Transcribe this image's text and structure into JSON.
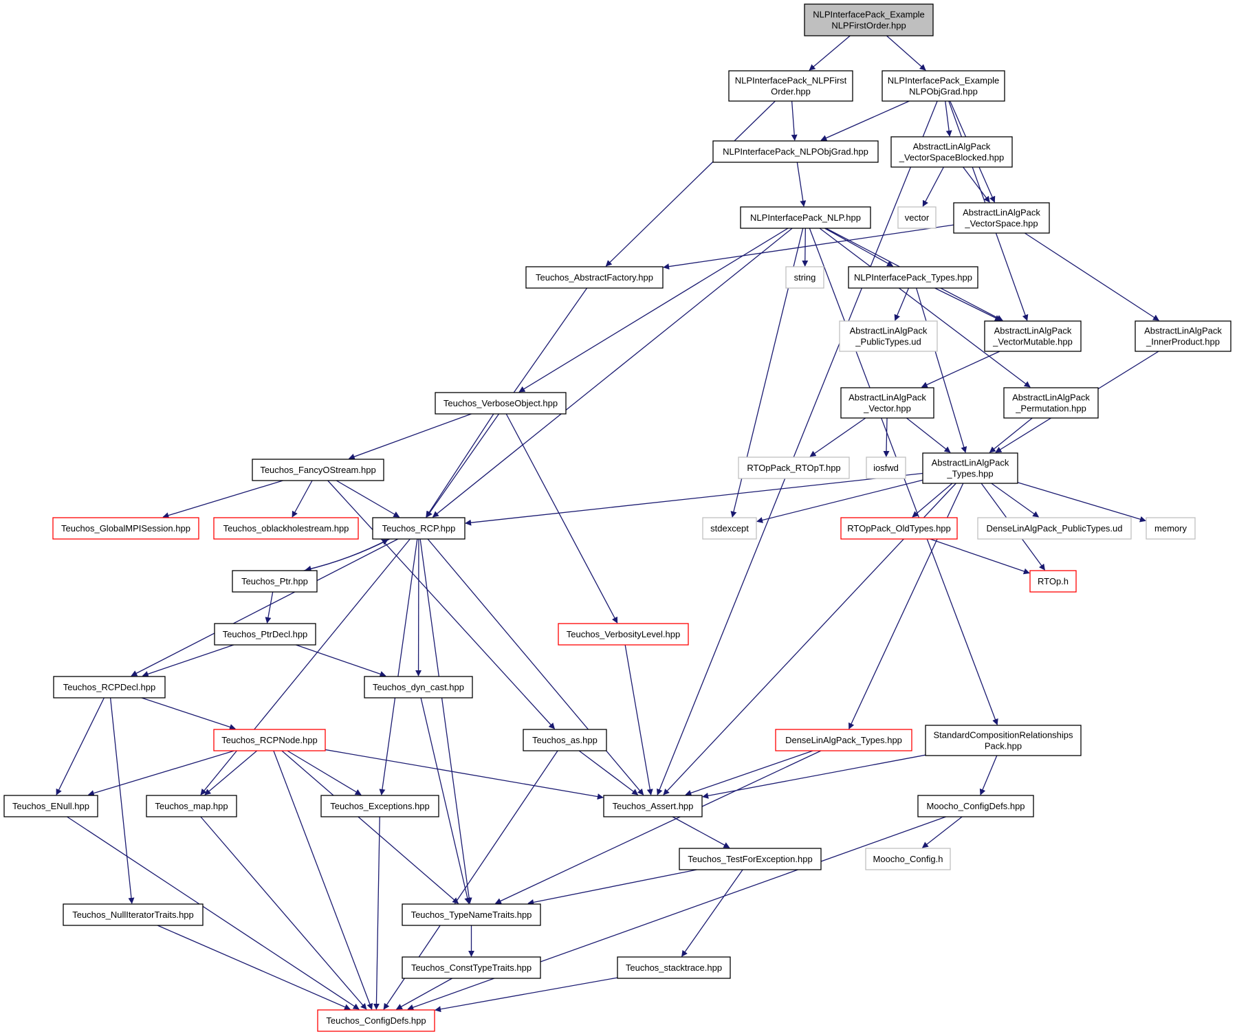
{
  "colors": {
    "edge": "#191970",
    "root_fill": "#bfbfbf",
    "normal_border": "#000000",
    "truncated_border": "#ff0000",
    "external_border": "#bfbfbf",
    "text": "#000000"
  },
  "nodes": [
    {
      "id": "root",
      "lines": [
        "NLPInterfacePack_Example",
        "NLPFirstOrder.hpp"
      ],
      "kind": "root"
    },
    {
      "id": "nlp_first_order",
      "lines": [
        "NLPInterfacePack_NLPFirst",
        "Order.hpp"
      ],
      "kind": "normal"
    },
    {
      "id": "example_nlp_obj_grad",
      "lines": [
        "NLPInterfacePack_Example",
        "NLPObjGrad.hpp"
      ],
      "kind": "normal"
    },
    {
      "id": "nlp_obj_grad",
      "lines": [
        "NLPInterfacePack_NLPObjGrad.hpp"
      ],
      "kind": "normal"
    },
    {
      "id": "vector_space_blocked",
      "lines": [
        "AbstractLinAlgPack",
        "_VectorSpaceBlocked.hpp"
      ],
      "kind": "normal"
    },
    {
      "id": "nlp",
      "lines": [
        "NLPInterfacePack_NLP.hpp"
      ],
      "kind": "normal"
    },
    {
      "id": "vector",
      "lines": [
        "vector"
      ],
      "kind": "external"
    },
    {
      "id": "vector_space",
      "lines": [
        "AbstractLinAlgPack",
        "_VectorSpace.hpp"
      ],
      "kind": "normal"
    },
    {
      "id": "abstract_factory",
      "lines": [
        "Teuchos_AbstractFactory.hpp"
      ],
      "kind": "normal"
    },
    {
      "id": "string",
      "lines": [
        "string"
      ],
      "kind": "external"
    },
    {
      "id": "nlp_types",
      "lines": [
        "NLPInterfacePack_Types.hpp"
      ],
      "kind": "normal"
    },
    {
      "id": "public_types_ud",
      "lines": [
        "AbstractLinAlgPack",
        "_PublicTypes.ud"
      ],
      "kind": "external"
    },
    {
      "id": "vector_mutable",
      "lines": [
        "AbstractLinAlgPack",
        "_VectorMutable.hpp"
      ],
      "kind": "normal"
    },
    {
      "id": "inner_product",
      "lines": [
        "AbstractLinAlgPack",
        "_InnerProduct.hpp"
      ],
      "kind": "normal"
    },
    {
      "id": "verbose_object",
      "lines": [
        "Teuchos_VerboseObject.hpp"
      ],
      "kind": "normal"
    },
    {
      "id": "alap_vector",
      "lines": [
        "AbstractLinAlgPack",
        "_Vector.hpp"
      ],
      "kind": "normal"
    },
    {
      "id": "permutation",
      "lines": [
        "AbstractLinAlgPack",
        "_Permutation.hpp"
      ],
      "kind": "normal"
    },
    {
      "id": "fancy_ostream",
      "lines": [
        "Teuchos_FancyOStream.hpp"
      ],
      "kind": "normal"
    },
    {
      "id": "rtop_t",
      "lines": [
        "RTOpPack_RTOpT.hpp"
      ],
      "kind": "external"
    },
    {
      "id": "iosfwd",
      "lines": [
        "iosfwd"
      ],
      "kind": "external"
    },
    {
      "id": "alap_types",
      "lines": [
        "AbstractLinAlgPack",
        "_Types.hpp"
      ],
      "kind": "normal"
    },
    {
      "id": "global_mpi_session",
      "lines": [
        "Teuchos_GlobalMPISession.hpp"
      ],
      "kind": "truncated"
    },
    {
      "id": "oblackholestream",
      "lines": [
        "Teuchos_oblackholestream.hpp"
      ],
      "kind": "truncated"
    },
    {
      "id": "rcp",
      "lines": [
        "Teuchos_RCP.hpp"
      ],
      "kind": "normal"
    },
    {
      "id": "stdexcept",
      "lines": [
        "stdexcept"
      ],
      "kind": "external"
    },
    {
      "id": "rtop_old_types",
      "lines": [
        "RTOpPack_OldTypes.hpp"
      ],
      "kind": "truncated"
    },
    {
      "id": "dense_public_types",
      "lines": [
        "DenseLinAlgPack_PublicTypes.ud"
      ],
      "kind": "external"
    },
    {
      "id": "memory",
      "lines": [
        "memory"
      ],
      "kind": "external"
    },
    {
      "id": "ptr",
      "lines": [
        "Teuchos_Ptr.hpp"
      ],
      "kind": "normal"
    },
    {
      "id": "rtop_h",
      "lines": [
        "RTOp.h"
      ],
      "kind": "truncated"
    },
    {
      "id": "ptr_decl",
      "lines": [
        "Teuchos_PtrDecl.hpp"
      ],
      "kind": "normal"
    },
    {
      "id": "verbosity_level",
      "lines": [
        "Teuchos_VerbosityLevel.hpp"
      ],
      "kind": "truncated"
    },
    {
      "id": "rcp_decl",
      "lines": [
        "Teuchos_RCPDecl.hpp"
      ],
      "kind": "normal"
    },
    {
      "id": "dyn_cast",
      "lines": [
        "Teuchos_dyn_cast.hpp"
      ],
      "kind": "normal"
    },
    {
      "id": "rcp_node",
      "lines": [
        "Teuchos_RCPNode.hpp"
      ],
      "kind": "truncated"
    },
    {
      "id": "teuchos_as",
      "lines": [
        "Teuchos_as.hpp"
      ],
      "kind": "normal"
    },
    {
      "id": "dense_types",
      "lines": [
        "DenseLinAlgPack_Types.hpp"
      ],
      "kind": "truncated"
    },
    {
      "id": "composition_rel",
      "lines": [
        "StandardCompositionRelationships",
        "Pack.hpp"
      ],
      "kind": "normal"
    },
    {
      "id": "enull",
      "lines": [
        "Teuchos_ENull.hpp"
      ],
      "kind": "normal"
    },
    {
      "id": "teuchos_map",
      "lines": [
        "Teuchos_map.hpp"
      ],
      "kind": "normal"
    },
    {
      "id": "exceptions",
      "lines": [
        "Teuchos_Exceptions.hpp"
      ],
      "kind": "normal"
    },
    {
      "id": "teuchos_assert",
      "lines": [
        "Teuchos_Assert.hpp"
      ],
      "kind": "normal"
    },
    {
      "id": "moocho_config_defs",
      "lines": [
        "Moocho_ConfigDefs.hpp"
      ],
      "kind": "normal"
    },
    {
      "id": "moocho_config_h",
      "lines": [
        "Moocho_Config.h"
      ],
      "kind": "external"
    },
    {
      "id": "test_for_exception",
      "lines": [
        "Teuchos_TestForException.hpp"
      ],
      "kind": "normal"
    },
    {
      "id": "null_iterator_traits",
      "lines": [
        "Teuchos_NullIteratorTraits.hpp"
      ],
      "kind": "normal"
    },
    {
      "id": "type_name_traits",
      "lines": [
        "Teuchos_TypeNameTraits.hpp"
      ],
      "kind": "normal"
    },
    {
      "id": "const_type_traits",
      "lines": [
        "Teuchos_ConstTypeTraits.hpp"
      ],
      "kind": "normal"
    },
    {
      "id": "stacktrace",
      "lines": [
        "Teuchos_stacktrace.hpp"
      ],
      "kind": "normal"
    },
    {
      "id": "config_defs",
      "lines": [
        "Teuchos_ConfigDefs.hpp"
      ],
      "kind": "truncated"
    }
  ],
  "edges": [
    [
      "root",
      "nlp_first_order"
    ],
    [
      "root",
      "example_nlp_obj_grad"
    ],
    [
      "nlp_first_order",
      "nlp_obj_grad"
    ],
    [
      "nlp_first_order",
      "abstract_factory"
    ],
    [
      "example_nlp_obj_grad",
      "nlp_obj_grad"
    ],
    [
      "example_nlp_obj_grad",
      "vector_space_blocked"
    ],
    [
      "example_nlp_obj_grad",
      "vector_space"
    ],
    [
      "example_nlp_obj_grad",
      "vector_mutable"
    ],
    [
      "example_nlp_obj_grad",
      "teuchos_assert"
    ],
    [
      "nlp_obj_grad",
      "nlp"
    ],
    [
      "vector_space_blocked",
      "vector"
    ],
    [
      "vector_space_blocked",
      "vector_space"
    ],
    [
      "vector_space",
      "abstract_factory"
    ],
    [
      "vector_space",
      "inner_product"
    ],
    [
      "nlp",
      "string"
    ],
    [
      "nlp",
      "nlp_types"
    ],
    [
      "nlp",
      "vector_mutable"
    ],
    [
      "nlp",
      "permutation"
    ],
    [
      "nlp",
      "composition_rel"
    ],
    [
      "nlp",
      "verbose_object"
    ],
    [
      "nlp",
      "rcp"
    ],
    [
      "nlp",
      "stdexcept"
    ],
    [
      "abstract_factory",
      "rcp"
    ],
    [
      "nlp_types",
      "public_types_ud"
    ],
    [
      "nlp_types",
      "vector_mutable"
    ],
    [
      "nlp_types",
      "alap_types"
    ],
    [
      "vector_mutable",
      "alap_vector"
    ],
    [
      "inner_product",
      "alap_types"
    ],
    [
      "verbose_object",
      "fancy_ostream"
    ],
    [
      "verbose_object",
      "rcp"
    ],
    [
      "verbose_object",
      "verbosity_level"
    ],
    [
      "alap_vector",
      "rtop_t"
    ],
    [
      "alap_vector",
      "iosfwd"
    ],
    [
      "alap_vector",
      "alap_types"
    ],
    [
      "permutation",
      "alap_types"
    ],
    [
      "fancy_ostream",
      "global_mpi_session"
    ],
    [
      "fancy_ostream",
      "oblackholestream"
    ],
    [
      "fancy_ostream",
      "rcp"
    ],
    [
      "fancy_ostream",
      "teuchos_as"
    ],
    [
      "alap_types",
      "rcp"
    ],
    [
      "alap_types",
      "stdexcept"
    ],
    [
      "alap_types",
      "rtop_old_types"
    ],
    [
      "alap_types",
      "dense_public_types"
    ],
    [
      "alap_types",
      "memory"
    ],
    [
      "alap_types",
      "rtop_h"
    ],
    [
      "alap_types",
      "teuchos_assert"
    ],
    [
      "alap_types",
      "dense_types"
    ],
    [
      "rtop_old_types",
      "rtop_h"
    ],
    [
      "rcp",
      "ptr"
    ],
    [
      "ptr",
      "rcp"
    ],
    [
      "ptr",
      "ptr_decl"
    ],
    [
      "rcp",
      "rcp_decl"
    ],
    [
      "rcp",
      "teuchos_map"
    ],
    [
      "rcp",
      "exceptions"
    ],
    [
      "rcp",
      "dyn_cast"
    ],
    [
      "rcp",
      "type_name_traits"
    ],
    [
      "rcp",
      "teuchos_assert"
    ],
    [
      "ptr_decl",
      "rcp_decl"
    ],
    [
      "ptr_decl",
      "dyn_cast"
    ],
    [
      "rcp_decl",
      "rcp_node"
    ],
    [
      "rcp_decl",
      "enull"
    ],
    [
      "rcp_decl",
      "null_iterator_traits"
    ],
    [
      "rcp_node",
      "enull"
    ],
    [
      "rcp_node",
      "teuchos_map"
    ],
    [
      "rcp_node",
      "exceptions"
    ],
    [
      "rcp_node",
      "teuchos_assert"
    ],
    [
      "rcp_node",
      "type_name_traits"
    ],
    [
      "rcp_node",
      "config_defs"
    ],
    [
      "verbosity_level",
      "teuchos_assert"
    ],
    [
      "dyn_cast",
      "type_name_traits"
    ],
    [
      "teuchos_as",
      "teuchos_assert"
    ],
    [
      "teuchos_as",
      "config_defs"
    ],
    [
      "dense_types",
      "teuchos_assert"
    ],
    [
      "dense_types",
      "type_name_traits"
    ],
    [
      "composition_rel",
      "teuchos_assert"
    ],
    [
      "composition_rel",
      "moocho_config_defs"
    ],
    [
      "moocho_config_defs",
      "moocho_config_h"
    ],
    [
      "moocho_config_defs",
      "config_defs"
    ],
    [
      "teuchos_assert",
      "test_for_exception"
    ],
    [
      "test_for_exception",
      "type_name_traits"
    ],
    [
      "test_for_exception",
      "stacktrace"
    ],
    [
      "type_name_traits",
      "const_type_traits"
    ],
    [
      "const_type_traits",
      "config_defs"
    ],
    [
      "stacktrace",
      "config_defs"
    ],
    [
      "enull",
      "config_defs"
    ],
    [
      "teuchos_map",
      "config_defs"
    ],
    [
      "exceptions",
      "config_defs"
    ],
    [
      "null_iterator_traits",
      "config_defs"
    ]
  ]
}
